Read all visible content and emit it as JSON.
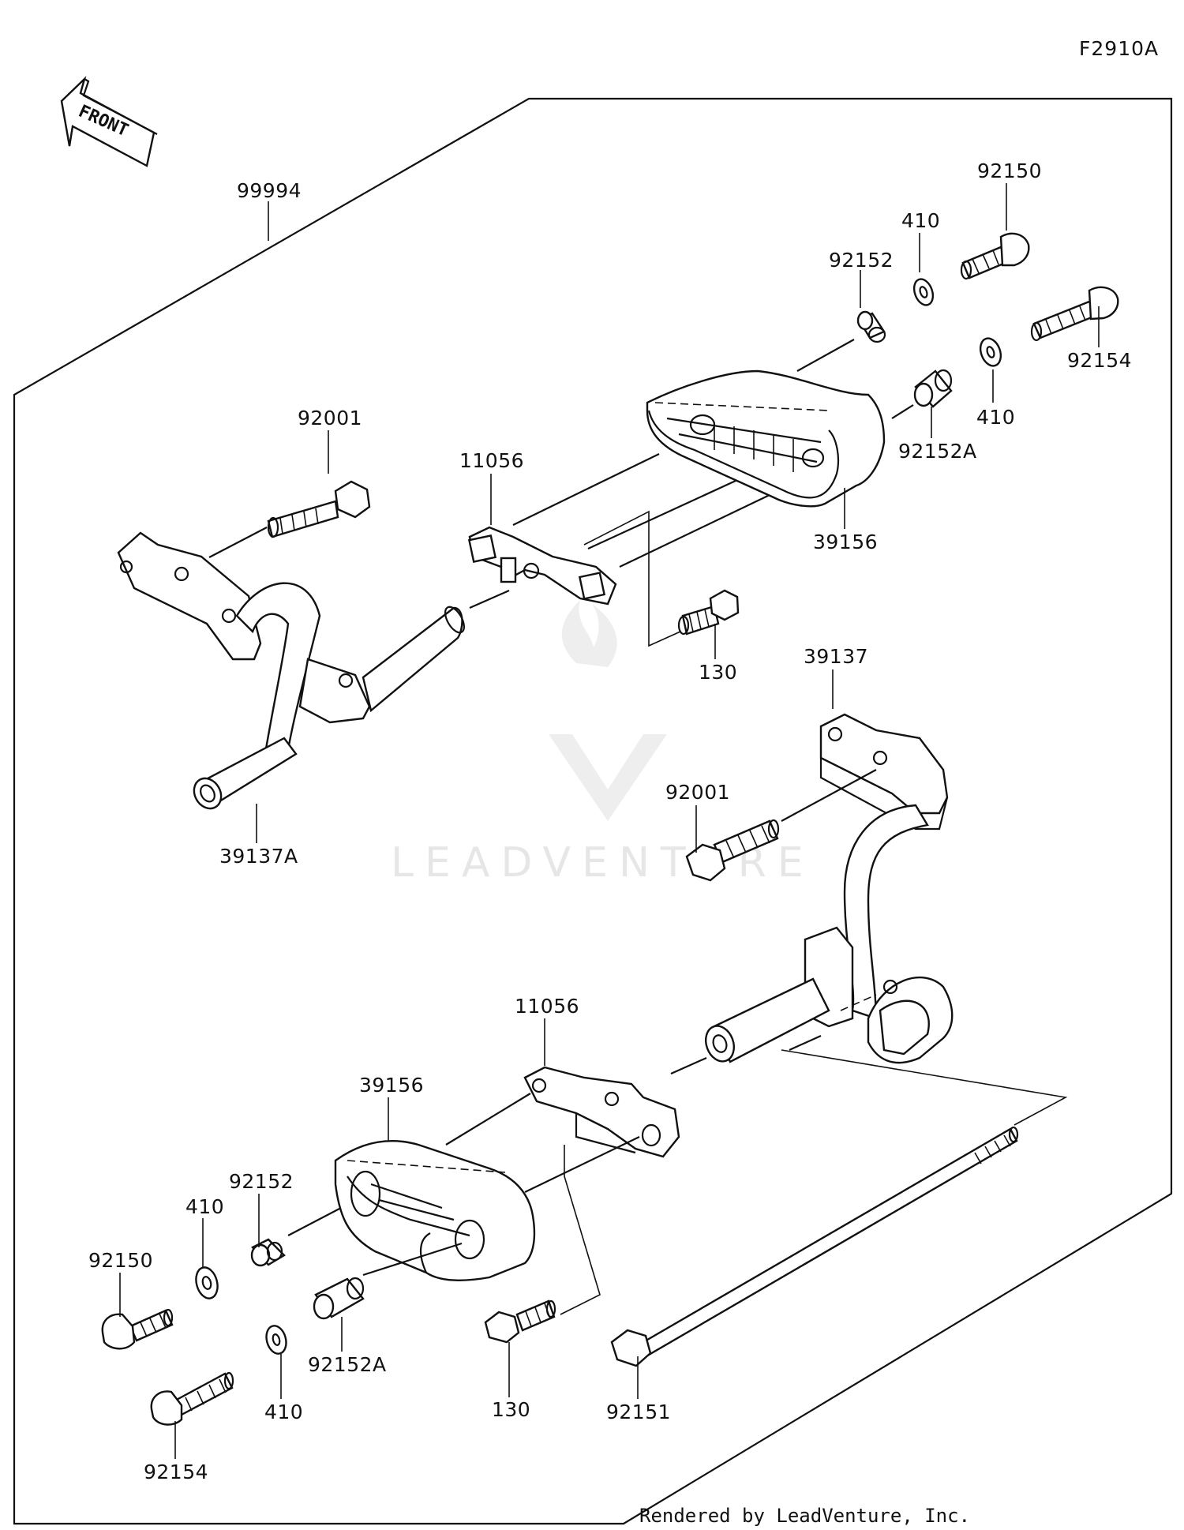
{
  "diagram_code": "F2910A",
  "front_label": "FRONT",
  "watermark": "LEADVENTURE",
  "footer": "Rendered by LeadVenture, Inc.",
  "parts": [
    {
      "id": "p-99994",
      "label": "99994"
    },
    {
      "id": "p-92150-top",
      "label": "92150"
    },
    {
      "id": "p-410-top-a",
      "label": "410"
    },
    {
      "id": "p-92152-top",
      "label": "92152"
    },
    {
      "id": "p-92154-top",
      "label": "92154"
    },
    {
      "id": "p-410-top-b",
      "label": "410"
    },
    {
      "id": "p-92152a-top",
      "label": "92152A"
    },
    {
      "id": "p-92001-left",
      "label": "92001"
    },
    {
      "id": "p-11056-top",
      "label": "11056"
    },
    {
      "id": "p-39156-top",
      "label": "39156"
    },
    {
      "id": "p-130-top",
      "label": "130"
    },
    {
      "id": "p-39137",
      "label": "39137"
    },
    {
      "id": "p-92001-right",
      "label": "92001"
    },
    {
      "id": "p-39137a",
      "label": "39137A"
    },
    {
      "id": "p-11056-bottom",
      "label": "11056"
    },
    {
      "id": "p-39156-bottom",
      "label": "39156"
    },
    {
      "id": "p-92152-bottom",
      "label": "92152"
    },
    {
      "id": "p-410-bottom-a",
      "label": "410"
    },
    {
      "id": "p-92150-bottom",
      "label": "92150"
    },
    {
      "id": "p-92152a-bottom",
      "label": "92152A"
    },
    {
      "id": "p-410-bottom-b",
      "label": "410"
    },
    {
      "id": "p-130-bottom",
      "label": "130"
    },
    {
      "id": "p-92151",
      "label": "92151"
    },
    {
      "id": "p-92154-bottom",
      "label": "92154"
    }
  ]
}
